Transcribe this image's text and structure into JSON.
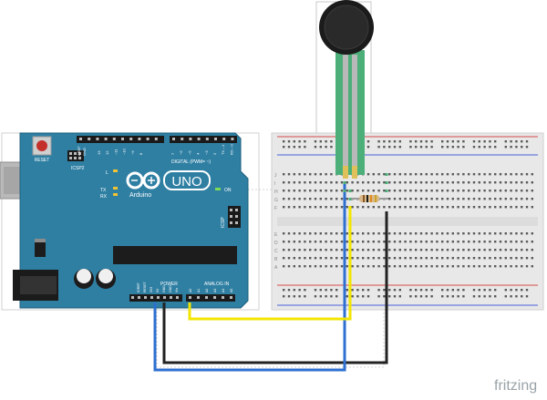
{
  "arduino": {
    "reset_label": "RESET",
    "icsp2_label": "ICSP2",
    "aref_label": "AREF",
    "gnd_label": "GND",
    "digital_pins": [
      "13",
      "12",
      "~11",
      "~10",
      "~9",
      "8",
      "7",
      "~6",
      "~5",
      "4",
      "~3",
      "2",
      "TX→1",
      "RX←0"
    ],
    "digital_label": "DIGITAL (PWM= ~)",
    "l_label": "L",
    "tx_label": "TX",
    "rx_label": "RX",
    "logo_text": "UNO",
    "brand_text": "Arduino",
    "on_label": "ON",
    "icsp_label": "ICSP",
    "power_label": "POWER",
    "analog_label": "ANALOG IN",
    "power_pins": [
      "IOREF",
      "RESET",
      "3V3",
      "5V",
      "GND",
      "GND",
      "Vin"
    ],
    "analog_pins": [
      "A0",
      "A1",
      "A2",
      "A3",
      "A4",
      "A5"
    ]
  },
  "breadboard": {
    "row_letters_top": [
      "J",
      "I",
      "H",
      "G",
      "F"
    ],
    "row_letters_bottom": [
      "E",
      "D",
      "C",
      "B",
      "A"
    ]
  },
  "wires": {
    "yellow": "#f2e600",
    "blue": "#2e6fd1",
    "black": "#222222",
    "green": "#4caf7a"
  },
  "watermark": "fritzing"
}
